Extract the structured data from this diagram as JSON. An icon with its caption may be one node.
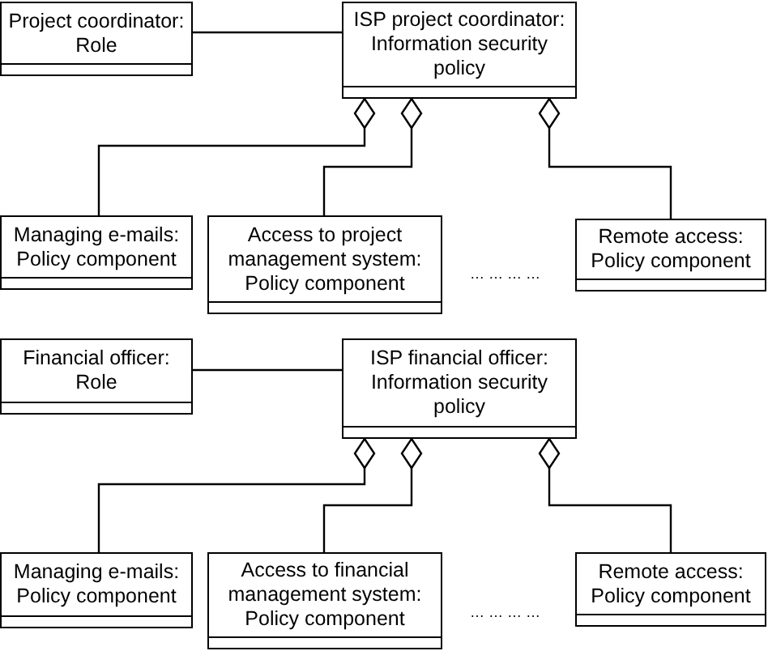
{
  "diagram": {
    "nodes": [
      {
        "text": [
          "Project coordinator: Role"
        ]
      },
      {
        "text": [
          "ISP project coordinator: Information security policy"
        ]
      },
      {
        "text": [
          "Managing e-mails: Policy component"
        ]
      },
      {
        "text": [
          "Access to project management system: Policy component"
        ]
      },
      {
        "text": [
          "Remote access: Policy component"
        ]
      },
      {
        "text": [
          "Financial officer: Role"
        ]
      },
      {
        "text": [
          "ISP financial officer: Information security policy"
        ]
      },
      {
        "text": [
          "Managing e-mails: Policy component"
        ]
      },
      {
        "text": [
          "Access to financial management system: Policy component"
        ]
      },
      {
        "text": [
          "Remote access: Policy component"
        ]
      }
    ],
    "edges": [
      {
        "from": 0,
        "to": 1,
        "arrow": "none"
      },
      {
        "from": 1,
        "to": 2,
        "arrow": "other"
      },
      {
        "from": 1,
        "to": 3,
        "arrow": "other"
      },
      {
        "from": 1,
        "to": 4,
        "arrow": "other"
      },
      {
        "from": 5,
        "to": 6,
        "arrow": "none"
      },
      {
        "from": 6,
        "to": 7,
        "arrow": "other"
      },
      {
        "from": 6,
        "to": 8,
        "arrow": "other"
      },
      {
        "from": 6,
        "to": 9,
        "arrow": "other"
      }
    ],
    "labels": [
      "… … … …",
      "… … … …"
    ]
  }
}
